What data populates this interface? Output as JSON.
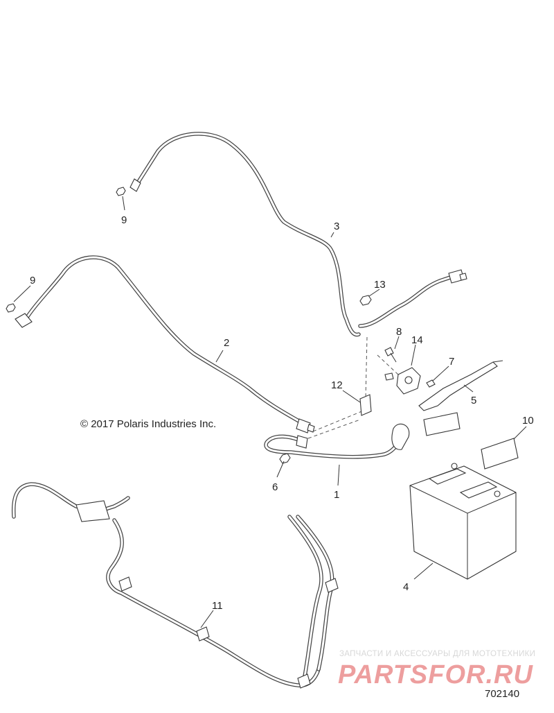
{
  "diagram": {
    "copyright": "© 2017 Polaris Industries Inc.",
    "figure_number": "702140",
    "callouts": {
      "c1": "1",
      "c2": "2",
      "c3": "3",
      "c4": "4",
      "c5": "5",
      "c6": "6",
      "c7": "7",
      "c8": "8",
      "c9a": "9",
      "c9b": "9",
      "c10": "10",
      "c11": "11",
      "c12": "12",
      "c13": "13",
      "c14": "14"
    },
    "watermark": {
      "tagline": "ЗАПЧАСТИ И АКСЕССУАРЫ ДЛЯ МОТОТЕХНИКИ",
      "brand": "PARTSFOR.RU",
      "color": "#e05050"
    }
  }
}
